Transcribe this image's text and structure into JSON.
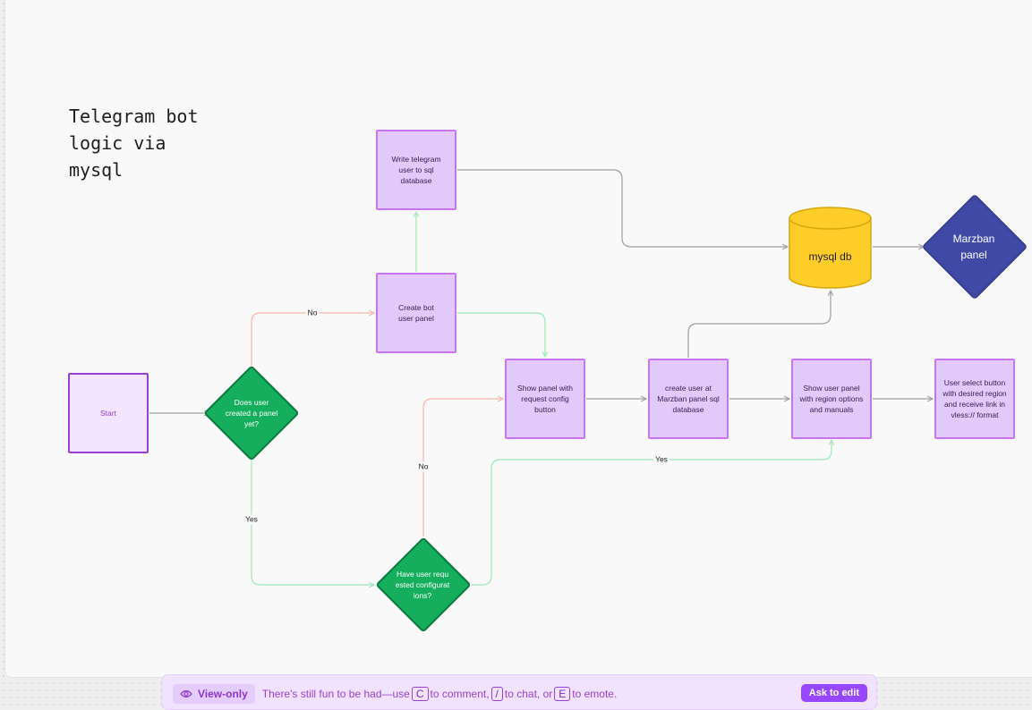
{
  "title": "Telegram bot logic via mysql",
  "nodes": {
    "start": "Start",
    "does_user_created": "Does user created a panel yet?",
    "write_telegram": "Write telegram user to sql database",
    "create_bot": "Create bot user panel",
    "show_panel": "Show panel with request config button",
    "create_user": "create user at Marzban panel sql database",
    "show_user_panel": "Show user panel with region options and manuals",
    "user_select": "User select button with desired region and receive link in vless:// format",
    "have_user_requested": "Have user requested configurations?",
    "mysql_db": "mysql db",
    "marzban_panel": "Marzban panel"
  },
  "edge_labels": {
    "no_top": "No",
    "yes_left": "Yes",
    "no_mid": "No",
    "yes_right": "Yes"
  },
  "toolbar": {
    "view_only": "View-only",
    "hint_a": "There's still fun to be had—use",
    "key_c": "C",
    "hint_b": "to comment,",
    "key_slash": "/",
    "hint_c": "to chat, or",
    "key_e": "E",
    "hint_d": "to emote.",
    "ask_to_edit": "Ask to edit"
  },
  "colors": {
    "process_fill": "#e3c8fb",
    "process_border": "#c875f2",
    "decision_fill": "#14ae5c",
    "database_fill": "#ffcd29",
    "marzban_fill": "#4149a6",
    "edge_gray": "#9e9e9e",
    "edge_green": "#9de8b6",
    "edge_red": "#f8b4a8"
  },
  "icons": [
    "eye-icon"
  ]
}
